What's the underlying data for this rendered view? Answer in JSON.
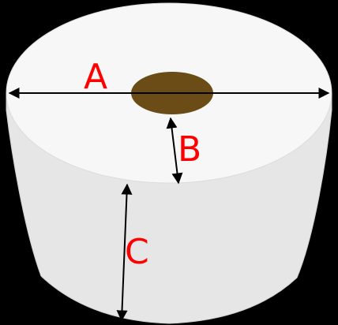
{
  "labels": {
    "diameter": "A",
    "core_to_edge": "B",
    "height": "C"
  },
  "colors": {
    "background": "#000000",
    "roll_side": "#e6e6e6",
    "roll_top": "#f7f7f7",
    "roll_outline": "#d0d0d0",
    "core": "#6b4b16",
    "arrow": "#000000",
    "label": "#ff0000"
  }
}
